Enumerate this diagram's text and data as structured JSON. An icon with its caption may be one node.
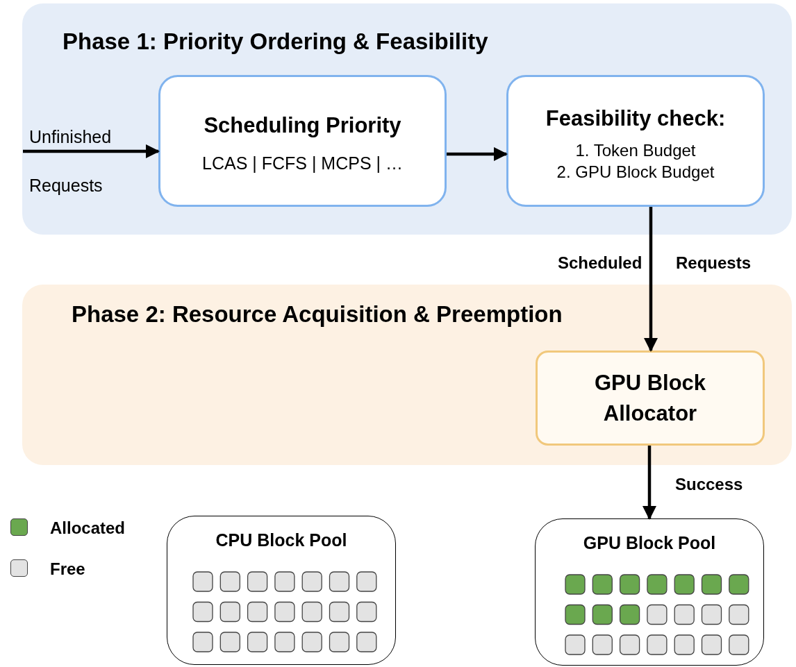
{
  "diagram": {
    "nodes": [
      {
        "text": [
          "Phase 1: Priority Ordering & Feasibility"
        ]
      },
      {
        "text": [
          "Scheduling Priority",
          "LCAS | FCFS | MCPS | …"
        ],
        "in": 0
      },
      {
        "text": [
          "Feasibility check:",
          "1. Token Budget",
          "2. GPU Block Budget"
        ],
        "in": 0
      },
      {
        "text": [
          "Phase 2: Resource Acquisition & Preemption"
        ]
      },
      {
        "text": [
          "GPU Block Allocator"
        ],
        "in": 3
      },
      {
        "text": [
          "CPU Block Pool"
        ]
      },
      {
        "text": [
          "GPU Block Pool"
        ]
      }
    ],
    "edges": [
      {
        "from": null,
        "to": 1,
        "arrow": "to",
        "label": "Unfinished Requests"
      },
      {
        "from": 1,
        "to": 2,
        "arrow": "to"
      },
      {
        "from": 2,
        "to": 4,
        "arrow": "to",
        "label": "Scheduled Requests"
      },
      {
        "from": 4,
        "to": 6,
        "arrow": "to",
        "label": "Success"
      }
    ],
    "legend": [
      {
        "text": "Allocated",
        "color": "#6aa84f"
      },
      {
        "text": "Free",
        "color": "#e3e3e3"
      }
    ]
  }
}
